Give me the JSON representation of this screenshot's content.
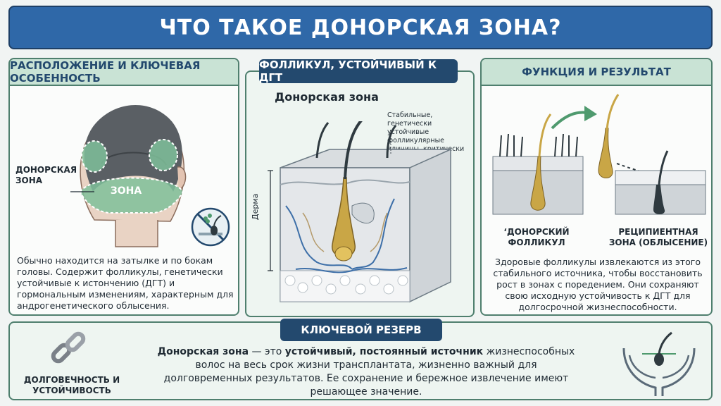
{
  "title": "ЧТО ТАКОЕ ДОНОРСКАЯ ЗОНА?",
  "left": {
    "header": "РАСПОЛОЖЕНИЕ И КЛЮЧЕВАЯ ОСОБЕННОСТЬ",
    "label_donor": "ДОНОРСКАЯ ЗОНА",
    "label_zone": "ЗОНА",
    "text": "Обычно находится на затылке и по бокам головы. Содержит фолликулы, генетически устойчивые к истончению (ДГТ) и гормональным изменениям, характерным для андрогенетического облысения."
  },
  "middle": {
    "header": "ФОЛЛИКУЛ, УСТОЙЧИВЫЙ К ДГТ",
    "subtitle": "Донорская зона",
    "note": "Стабильные, генетически устойчивые фолликулярные единицы, критически важные для трансплантации.",
    "dermis": "Дерма"
  },
  "right": {
    "header": "ФУНКЦИЯ И РЕЗУЛЬТАТ",
    "label_donor": "‘ДОНОРСКИЙ ФОЛЛИКУЛ",
    "label_recipient": "РЕЦИПИЕНТНАЯ ЗОНА (ОБЛЫСЕНИЕ)",
    "text": "Здоровые фолликулы извлекаются из этого стабильного источника, чтобы восстановить рост в зонах с поредением. Они сохраняют свою исходную устойчивость к ДГТ для долгосрочной жизнеспособности."
  },
  "bottom": {
    "header": "КЛЮЧЕВОЙ РЕЗЕРВ",
    "left_label": "ДОЛГОВЕЧНОСТЬ И УСТОЙЧИВОСТЬ",
    "text_bold1": "Донорская зона",
    "text_dash": " — это ",
    "text_bold2": "устойчивый, постоянный источник",
    "text_rest": " жизнеспособных волос на весь срок жизни трансплантата, жизненно важный для долговременных результатов. Ее сохранение и бережное извлечение имеют решающее значение."
  },
  "colors": {
    "banner": "#2f68a8",
    "navy": "#23496e",
    "panel_header": "#c9e3d5",
    "border": "#4f7f6e",
    "zone": "#7fbf9a"
  }
}
